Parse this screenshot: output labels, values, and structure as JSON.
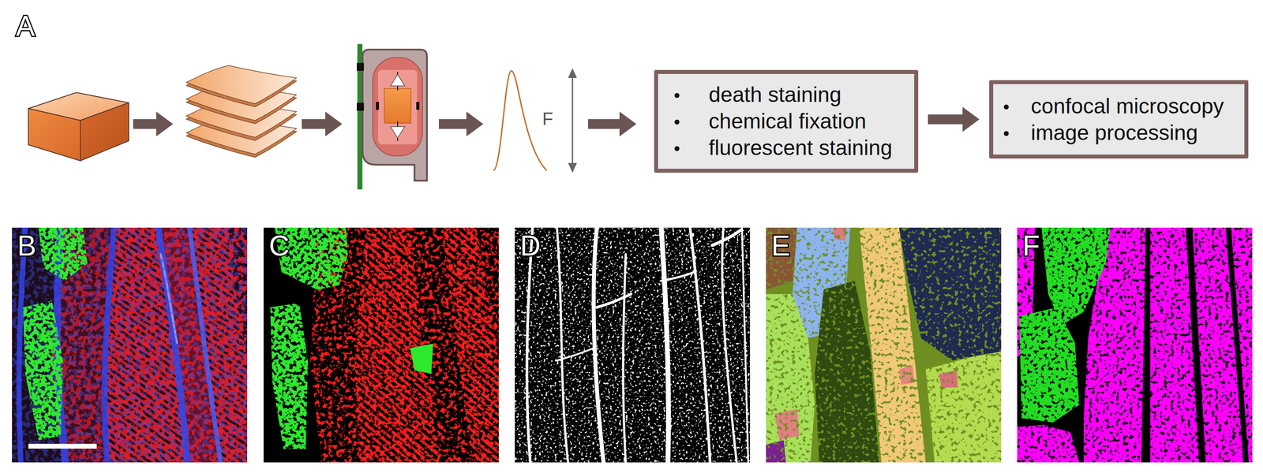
{
  "diagram": {
    "nodes": [
      {
        "text": [
          "death staining",
          "chemical fixation",
          "fluorescent staining"
        ]
      },
      {
        "text": [
          "confocal microscopy",
          "image processing"
        ]
      }
    ],
    "edges": [
      {
        "from": 0,
        "to": 1,
        "arrow": "to"
      }
    ],
    "labels": [
      "A",
      "F",
      "B",
      "C",
      "D",
      "E",
      "F"
    ]
  }
}
